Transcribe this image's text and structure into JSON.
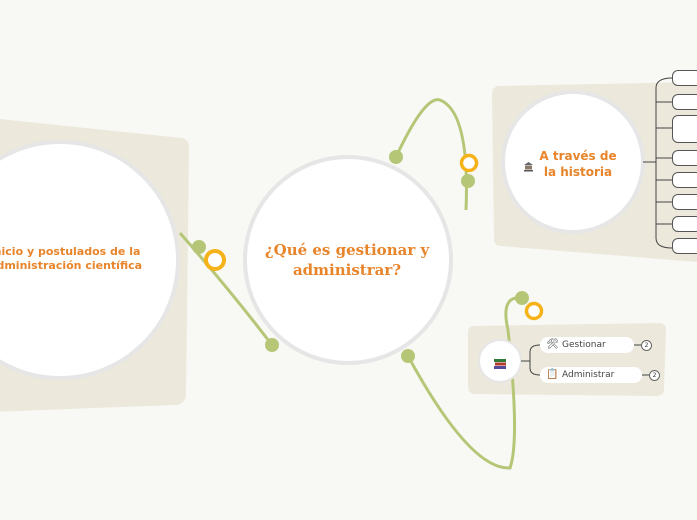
{
  "center_topic": {
    "text": "¿Qué es gestionar y administrar?"
  },
  "left_topic": {
    "text": "Inicio y postulados de la Administración científica"
  },
  "history_topic": {
    "text": "A través de la historia",
    "icon": "museum-icon"
  },
  "books_topic": {
    "icon": "books-icon",
    "children": [
      {
        "label": "Gestionar",
        "icon": "tools-icon",
        "count": "2"
      },
      {
        "label": "Administrar",
        "icon": "clipboard-icon",
        "count": "2"
      }
    ]
  },
  "history_children_count": 8,
  "colors": {
    "background": "#f8f8f5",
    "panel": "#ece9dc",
    "connector": "#b5c777",
    "accent": "#f5b219",
    "title": "#e8842a",
    "circle_border": "#e6e6e6"
  }
}
